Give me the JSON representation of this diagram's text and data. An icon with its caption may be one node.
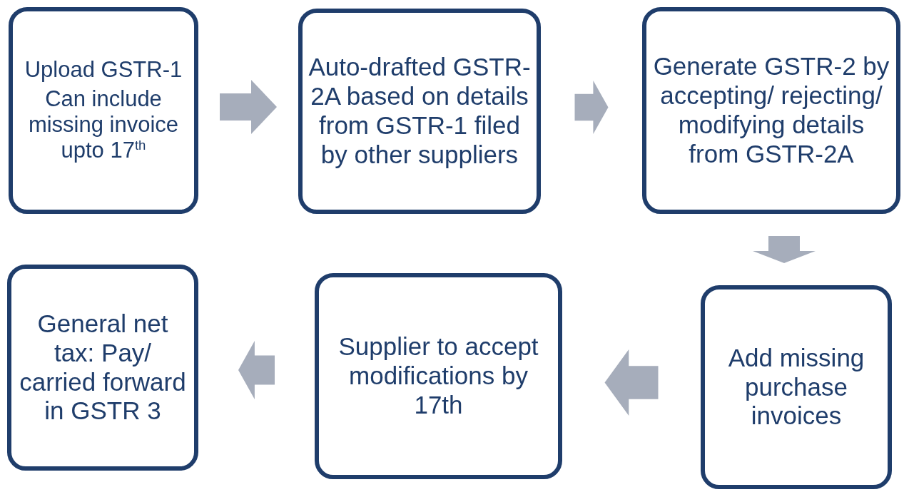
{
  "diagram": {
    "nodes": [
      {
        "text": [
          "Upload GSTR-1",
          "Can include missing invoice upto 17$^{th}$"
        ]
      },
      {
        "text": [
          "Auto-drafted GSTR-2A based on details from GSTR-1 filed by other suppliers"
        ]
      },
      {
        "text": [
          "Generate GSTR-2 by accepting/ rejecting/ modifying details from GSTR-2A"
        ]
      },
      {
        "text": [
          "Add missing purchase invoices"
        ]
      },
      {
        "text": [
          "Supplier to accept modifications by 17th"
        ]
      },
      {
        "text": [
          "General net tax: Pay/ carried forward in GSTR 3"
        ]
      }
    ],
    "edges": [
      {
        "from": 0,
        "to": 1,
        "arrow": "to"
      },
      {
        "from": 1,
        "to": 2,
        "arrow": "to"
      },
      {
        "from": 2,
        "to": 3,
        "arrow": "to"
      },
      {
        "from": 3,
        "to": 4,
        "arrow": "to"
      },
      {
        "from": 4,
        "to": 5,
        "arrow": "to"
      }
    ]
  }
}
